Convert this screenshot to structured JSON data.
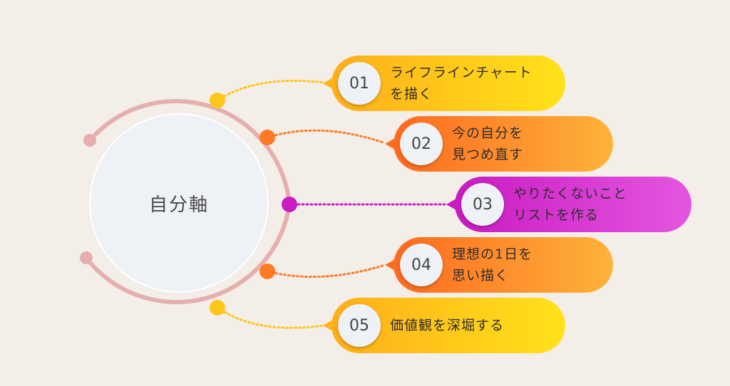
{
  "center": {
    "label": "自分軸"
  },
  "items": [
    {
      "number": "01",
      "line1": "ライフラインチャート",
      "line2": "を描く",
      "color": "#ffc61a"
    },
    {
      "number": "02",
      "line1": "今の自分を",
      "line2": "見つめ直す",
      "color": "#ff7a24"
    },
    {
      "number": "03",
      "line1": "やりたくないこと",
      "line2": "リストを作る",
      "color": "#c91dc3"
    },
    {
      "number": "04",
      "line1": "理想の1日を",
      "line2": "思い描く",
      "color": "#ff7a24"
    },
    {
      "number": "05",
      "line1": "価値観を深堀する",
      "line2": "",
      "color": "#ffc61a"
    }
  ],
  "colors": {
    "background": "#f3eee8",
    "ring": "#e5afae",
    "center_circle": "#eef1f6"
  }
}
